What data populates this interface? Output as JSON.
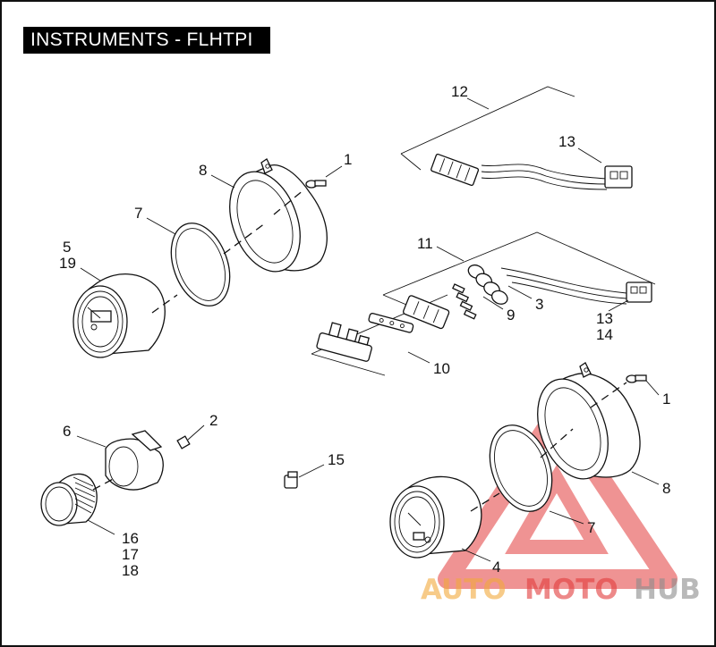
{
  "title": "INSTRUMENTS - FLHTPI",
  "callouts": {
    "c1a": "1",
    "c1b": "1",
    "c2": "2",
    "c3": "3",
    "c4": "4",
    "c5": "5",
    "c6": "6",
    "c7a": "7",
    "c7b": "7",
    "c8a": "8",
    "c8b": "8",
    "c9": "9",
    "c10": "10",
    "c11": "11",
    "c12": "12",
    "c13a": "13",
    "c13b": "13",
    "c14": "14",
    "c15": "15",
    "c16": "16",
    "c17": "17",
    "c18": "18",
    "c19": "19"
  },
  "watermark": {
    "part1": "AUTO",
    "part2": "MOTO",
    "part3": "HUB"
  },
  "colors": {
    "watermark_red": "#e23b3b",
    "watermark_orange": "#f2a93b",
    "watermark_gray": "#8c8c8c",
    "title_bg": "#000000"
  }
}
